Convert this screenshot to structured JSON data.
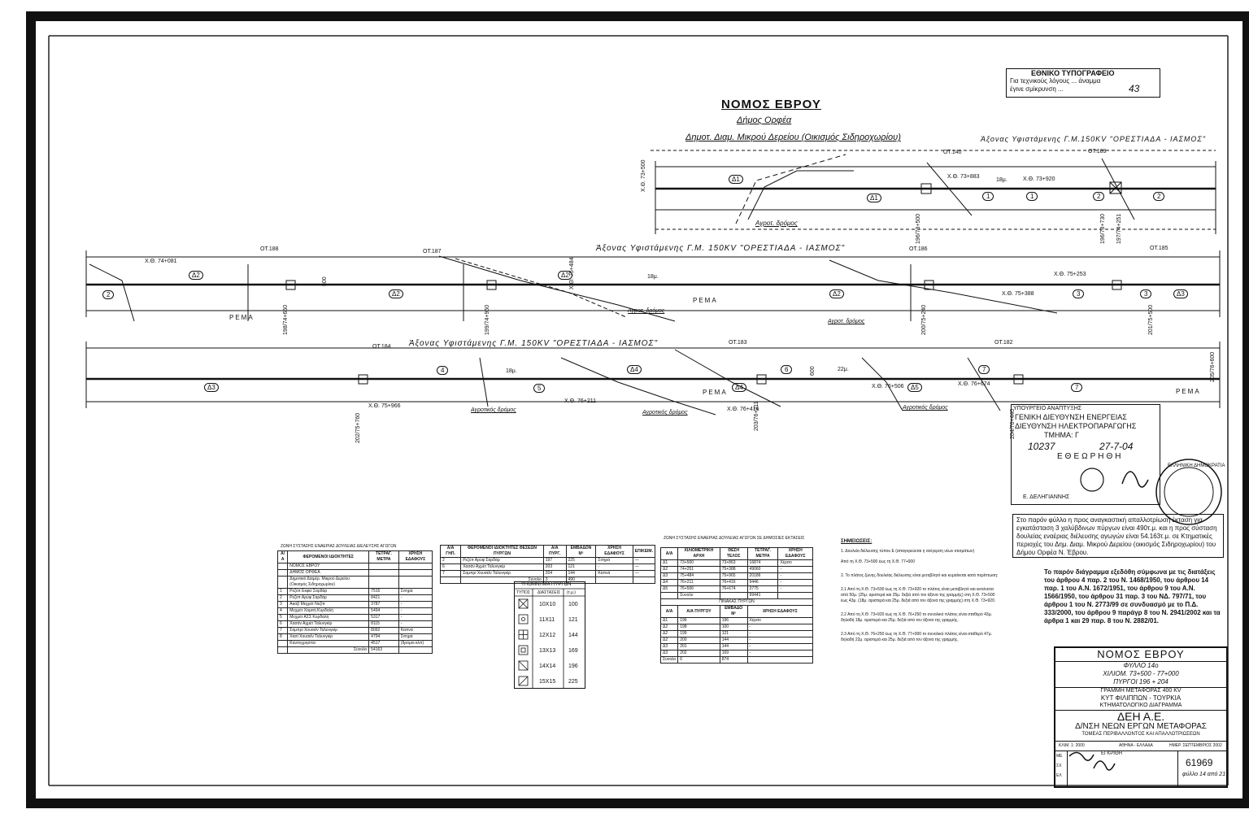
{
  "header_box": {
    "line1": "ΕΘΝΙΚΟ ΤΥΠΟΓΡΑΦΕΙΟ",
    "line2": "Για τεχνικούς λόγους ... άναμμα",
    "line3": "έγινε σμίκρυνση ...",
    "number": "43"
  },
  "titles": {
    "nomos": "ΝΟΜΟΣ ΕΒΡΟΥ",
    "dimos": "Δήμος Ορφέα",
    "diam": "Δημοτ. Διαμ. Μικρού Δερείου (Οικισμός Σιδηροχωρίου)"
  },
  "strip1": {
    "axis_label": "Άξονας Υφιστάμενης Γ.Μ.150KV \"ΟΡΕΣΤΙΑΔΑ - ΙΑΣΜΟΣ\"",
    "towers": [
      "ΟΤ.189",
      "ΟΤ.140"
    ],
    "chainage_left": "Χ.Θ. 73+500",
    "chainage_mid": "Χ.Θ. 73+883",
    "chainage_r": "Χ.Θ. 73+920",
    "width_label": "18μ.",
    "road": "Αγροτ. δρόμος",
    "zones": [
      "Δ1",
      "Δ1",
      "1",
      "1",
      "2",
      "2"
    ],
    "vertical_labels": [
      "196/73+500",
      "196/73+730",
      "197/74+251"
    ]
  },
  "strip2": {
    "axis_label": "Άξονας Υφιστάμενης Γ.Μ. 150KV \"ΟΡΕΣΤΙΑΔΑ - ΙΑΣΜΟΣ\"",
    "towers": [
      "ΟΤ.188",
      "ΟΤ.187",
      "ΟΤ.186",
      "ΟΤ.185"
    ],
    "chainage_labels": [
      "Χ.Θ. 74+081",
      "Χ.Θ. 75+253",
      "Χ.Θ. 75+388",
      "Χ.Θ. 75+484"
    ],
    "rema": "ΡΕΜΑ",
    "road": "Αγροτ. δρόμος",
    "width_label": "18μ.",
    "zones": [
      "2",
      "Δ2",
      "Δ2",
      "Δ2",
      "Δ2",
      "3",
      "3",
      "Δ3"
    ],
    "vertical_labels": [
      "198/74+650",
      "199/74+960",
      "200/75+240",
      "201/75+500"
    ],
    "marker": "500"
  },
  "strip3": {
    "axis_label": "Άξονας Υφιστάμενης Γ.Μ. 150KV \"ΟΡΕΣΤΙΑΔΑ - ΙΑΣΜΟΣ\"",
    "towers": [
      "ΟΤ.184",
      "ΟΤ.183",
      "ΟΤ.182"
    ],
    "chainage_labels": [
      "Χ.Θ. 75+966",
      "Χ.Θ. 76+211",
      "Χ.Θ. 76+416",
      "Χ.Θ. 76+506",
      "Χ.Θ. 76+674"
    ],
    "rema": "ΡΕΜΑ",
    "road": "Αγροτικός δρόμος",
    "width_labels": [
      "18μ.",
      "22μ."
    ],
    "zones": [
      "Δ3",
      "4",
      "5",
      "Δ4",
      "Δ4",
      "6",
      "Δ5",
      "7",
      "7"
    ],
    "vertical_labels": [
      "202/75+760",
      "203/76+211",
      "204/76+440",
      "205/76+600"
    ],
    "marker": "600"
  },
  "service_stamp": {
    "line1": "ΥΠΟΥΡΓΕΙΟ ΑΝΑΠΤΥΞΗΣ",
    "line2": "ΓΕΝΙΚΗ ΔΙΕΥΘΥΝΣΗ ΕΝΕΡΓΕΙΑΣ",
    "line3": "ΔΙΕΥΘΥΝΣΗ ΗΛΕΚΤΡΟΠΑΡΑΓΩΓΗΣ",
    "line4": "ΤΜΗΜΑ: Γ",
    "protocol": "10237",
    "date": "27-7-04",
    "approved": "ΕΘΕΩΡΗΘΗ",
    "signer": "Ε. ΔΕΛΗΓΙΑΝΝΗΣ",
    "round_stamp": "ΕΛΛΗΝΙΚΗ ΔΗΜΟΚΡΑΤΙΑ"
  },
  "statement1": "Στο παρόν φύλλο η προς αναγκαστική απαλλοτρίωση έκταση για εγκατάσταση 3 χαλύβδινων πύργων είναι 490τ.μ. και η προς σύσταση δουλείας εναέριας διέλευσης αγωγών είναι 54.163τ.μ. σε Κτηματικές περιοχές του Δημ. Διαμ. Μικρού Δερείου (οικισμός Σιδηροχωρίου) του Δήμου Ορφέα Ν. Έβρου.",
  "statement2": "Το παρόν διάγραμμα εξεδόθη σύμφωνα με τις διατάξεις του άρθρου 4 παρ. 2 του Ν. 1468/1950, του άρθρου 14 παρ. 1 του Α.Ν. 1672/1951, του άρθρου 9 του Α.Ν. 1566/1950, του άρθρου 31 παρ. 3 του ΝΔ. 797/71, του άρθρου 1 του Ν. 2773/99 σε συνδυασμό με το Π.Δ. 333/2000, του άρθρου 9 παράγρ 8 του Ν. 2941/2002 και τα άρθρα 1 και 29 παρ. 8 του Ν. 2882/01.",
  "table1": {
    "title": "ΖΩΝΗ ΣΥΣΤΑΣΗΣ ΕΝΑΕΡΙΑΣ ΔΟΥΛΕΙΑΣ ΔΙΕΛΕΥΣΗΣ ΑΓΩΓΩΝ",
    "headers": [
      "Α/Α",
      "ΦΕΡΟΜΕΝΟΙ ΙΔΙΟΚΤΗΤΕΣ",
      "ΤΕΤΡΑΓ. ΜΕΤΡΑ",
      "ΧΡΗΣΗ ΕΔΑΦΟΥΣ"
    ],
    "group1": "ΝΟΜΟΣ ΕΒΡΟΥ",
    "group2": "ΔΗΜΟΣ ΟΡΦΕΑ",
    "group3": "Δημοτικό Διαμέρ. Μικρού Δερείου (Οικισμός Σιδηροχωρίου)",
    "rows": [
      [
        "1",
        "Ρεζέπ Εκφεί Σαρδάρ",
        "7515",
        "Σιτηρά"
      ],
      [
        "2",
        "Ρεζέπ Αρύφ Σαρδάρ",
        "8421",
        "-"
      ],
      [
        "3",
        "Ακαζί Μεχμέτ Νεζίπ",
        "3787",
        "-"
      ],
      [
        "4",
        "Μεχμέτ Χαμιτή Κυρδαλή",
        "5494",
        "-"
      ],
      [
        "5",
        "Μεχμέτ ΑΣΣ Κυρδαλή",
        "5317",
        "-"
      ],
      [
        "6",
        "Χασάν Αχμέτ Ταλυνγκίρ",
        "8115",
        "-"
      ],
      [
        "7",
        "Σαμπρί Χουσεΐν Ταλυνγκίρ",
        "8092",
        "Καπνά"
      ],
      [
        "8",
        "Χασί Χουσεΐν Ταλυνγκίρ",
        "4794",
        "Σιτηρά"
      ],
      [
        "",
        "Κανόνχρησπα",
        "4517",
        "(δρόμοι κλπ)"
      ]
    ],
    "total_label": "Σύνολο",
    "total": "54163"
  },
  "table2": {
    "headers": [
      "Α/Α ΓΗΠ.",
      "ΦΕΡΟΜΕΝΟΙ ΙΔΙΟΚΤΗΤΕΣ ΘΕΣΕΩΝ ΠΥΡΓΩΝ",
      "Α/Α ΠΥΡΓ.",
      "ΕΜΒΑΔΟΝ Μ²",
      "ΧΡΗΣΗ ΕΔΑΦΟΥΣ",
      "ΕΠΙΚΕΙΜ."
    ],
    "rows": [
      [
        "2",
        "Ρεζέπ Αρύφ Σαρδάρ",
        "197",
        "225",
        "Σιτηρά",
        "—"
      ],
      [
        "6",
        "Χασάν Αχμέτ Ταλυνγκίρ",
        "203",
        "121",
        "-",
        "—"
      ],
      [
        "7",
        "Σαμπρί Χουσεΐν Ταλυνγκίρ",
        "204",
        "144",
        "Καπνά",
        "—"
      ]
    ],
    "total_label": "Σύνολο",
    "total_count": "3",
    "total": "490"
  },
  "table3": {
    "title": "ΥΠΟΜΝΗΜΑ ΠΥΡΓΩΝ",
    "headers": [
      "ΤΥΠΟΣ",
      "ΔΙΑΣΤΑΣΕΙΣ",
      "(τ.μ.)"
    ],
    "rows": [
      [
        "10Χ10",
        "100"
      ],
      [
        "11Χ11",
        "121"
      ],
      [
        "12Χ12",
        "144"
      ],
      [
        "13Χ13",
        "169"
      ],
      [
        "14Χ14",
        "196"
      ],
      [
        "15Χ15",
        "225"
      ]
    ]
  },
  "table4": {
    "title": "ΖΩΝΗ ΣΥΣΤΑΣΗΣ ΕΝΑΕΡΙΑΣ ΔΟΥΛΕΙΑΣ ΑΓΩΓΩΝ ΣΕ ΔΗΜΟΣΙΕΣ ΕΚΤΑΣΕΙΣ",
    "headers": [
      "Α/Α",
      "ΧΙΛΙΟΜΕΤΡΙΚΗ ΑΡΧΗ",
      "ΘΕΣΗ ΤΕΛΟΣ",
      "ΤΕΤΡΑΓ. ΜΕΤΡΑ",
      "ΧΡΗΣΗ ΕΔΑΦΟΥΣ"
    ],
    "rows": [
      [
        "Δ1",
        "73+500",
        "73+863",
        "16874",
        "Χέρσο"
      ],
      [
        "Δ2",
        "74+251",
        "75+388",
        "49060",
        "-"
      ],
      [
        "Δ3",
        "75+484",
        "75+965",
        "20186",
        "-"
      ],
      [
        "Δ4",
        "76+211",
        "76+416",
        "9446",
        "-"
      ],
      [
        "Δ5",
        "76+506",
        "76+674",
        "3775",
        "-"
      ]
    ],
    "total_label": "Σύνολο",
    "total": "99441",
    "sub_title": "ΠΙΝΑΚΑΣ ΠΥΡΓΩΝ",
    "sub_headers": [
      "Α/Α",
      "Α/Α ΠΥΡΓΟΥ",
      "ΕΜΒΑΔΟ Μ²",
      "ΧΡΗΣΗ ΕΔΑΦΟΥΣ"
    ],
    "sub_rows": [
      [
        "Δ1",
        "196",
        "196",
        "Χέρσο"
      ],
      [
        "Δ2",
        "198",
        "100",
        "-"
      ],
      [
        "Δ2",
        "199",
        "121",
        "-"
      ],
      [
        "Δ2",
        "200",
        "144",
        "-"
      ],
      [
        "Δ3",
        "201",
        "144",
        "-"
      ],
      [
        "Δ3",
        "202",
        "169",
        "-"
      ]
    ],
    "sub_total_label": "Σύνολο",
    "sub_total_count": "6",
    "sub_total": "874"
  },
  "notes": {
    "title": "ΣΗΜΕΙΩΣΕΙΣ:",
    "items": [
      "1.  Δουλεία διέλευσης τύπου Ε (απαγορεύεται η ανέγερση νέων κτισμάτων)",
      "Από τη Χ.Θ. 73+500 έως τη Χ.Θ. 77+000",
      "2.  Το πλάτος ζώνης δουλείας διέλευσης είναι μεταβλητό και κυμαίνεται κατά περίπτωση:",
      "2.1  Από τη Χ.Θ. 73+500 έως τη Χ.Θ. 73+920 το πλάτος είναι μεταβλητό και εκτείνεται από 50μ. (25μ. αριστερά και 25μ. δεξιά από τον άξονα της γραμμής) στη Χ.Θ. 73+500 έως 43μ. (18μ. αριστερά και 25μ. δεξιά από τον άξονα της γραμμής) στη Χ.Θ. 73+920.",
      "2.2  Από τη Χ.Θ. 73+920 έως τη Χ.Θ. 76+250 το συνολικό πλάτος είναι σταθερό 43μ. δηλαδή 18μ. αριστερά και 25μ. δεξιά από τον άξονα της γραμμής.",
      "2.3  Από τη Χ.Θ. 76+250 έως τη Χ.Θ. 77+000 το συνολικό πλάτος είναι σταθερό 47μ. δηλαδή 22μ. αριστερά και 25μ. δεξιά από τον άξονα της γραμμής."
    ]
  },
  "title_block": {
    "nomos": "ΝΟΜΟΣ ΕΒΡΟΥ",
    "fyllo": "ΦΥΛΛΟ 14ο",
    "xiliom": "ΧΙΛΙΟΜ. 73+500 - 77+000",
    "pyrgoi": "ΠΥΡΓΟΙ 196 + 204",
    "line": "ΓΡΑΜΜΗ ΜΕΤΑΦΟΡΑΣ 400 KV",
    "route": "ΚΥΤ ΦΙΛΙΠΠΩΝ - ΤΟΥΡΚΙΑ",
    "diagram": "ΚΤΗΜΑΤΟΛΟΓΙΚΟ ΔΙΑΓΡΑΜΜΑ",
    "company": "ΔΕΗ Α.Ε.",
    "dept": "Δ/ΝΣΗ ΝΕΩΝ ΕΡΓΩΝ ΜΕΤΑΦΟΡΑΣ",
    "sector": "ΤΟΜΕΑΣ ΠΕΡΙΒΑΛΛΟΝΤΟΣ ΚΑΙ ΑΠΑΛΛΟΤΡΙΩΣΕΩΝ",
    "scale": "ΚΛΙΜ. 1: 2000",
    "place": "ΑΘΗΝΑ - ΕΛΛΑΔΑ",
    "date": "ΗΜΕΡ. ΣΕΠΤΕΜΒΡΙΟΣ 2002",
    "row_labels": [
      "ΜΕ",
      "ΣΧ",
      "ΕΛ"
    ],
    "check": "ΕΓΚΡΙΘΗ",
    "number": "61969",
    "sheet": "φύλλο 14 από 21"
  }
}
